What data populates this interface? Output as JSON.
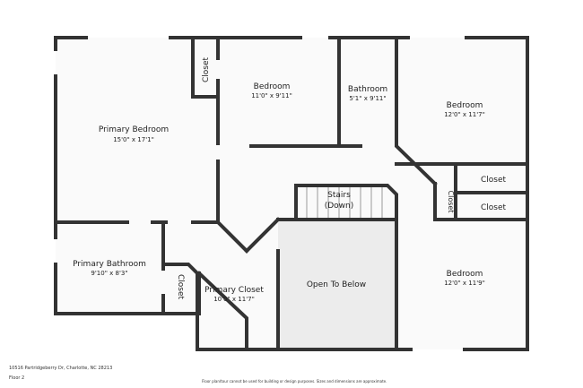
{
  "rooms": {
    "primary_bedroom": {
      "name": "Primary Bedroom",
      "size": "15'0\" x 17'1\""
    },
    "closet_top": {
      "name": "Closet"
    },
    "bedroom_1": {
      "name": "Bedroom",
      "size": "11'0\" x 9'11\""
    },
    "bathroom": {
      "name": "Bathroom",
      "size": "5'1\" x 9'11\""
    },
    "bedroom_2": {
      "name": "Bedroom",
      "size": "12'0\" x 11'7\""
    },
    "closet_right_1": {
      "name": "Closet"
    },
    "closet_right_2": {
      "name": "Closet"
    },
    "closet_small": {
      "name": "Closet"
    },
    "stairs": {
      "name": "Stairs",
      "direction": "(Down)"
    },
    "primary_bathroom": {
      "name": "Primary Bathroom",
      "size": "9'10\" x 8'3\""
    },
    "closet_bath": {
      "name": "Closet"
    },
    "primary_closet": {
      "name": "Primary Closet",
      "size": "10'0\" x 11'7\""
    },
    "open_to_below": {
      "name": "Open To Below"
    },
    "bedroom_3": {
      "name": "Bedroom",
      "size": "12'0\" x 11'9\""
    }
  },
  "footer": {
    "address": "10516 Partridgeberry Dr, Charlotte, NC 28213",
    "floor": "Floor 2",
    "disclaimer": "Floor plan/tour cannot be used for building or design purposes. Sizes and dimensions are approximate."
  },
  "colors": {
    "wall": "#333333",
    "open_area": "#eeeeee",
    "floor": "#fafafa"
  }
}
